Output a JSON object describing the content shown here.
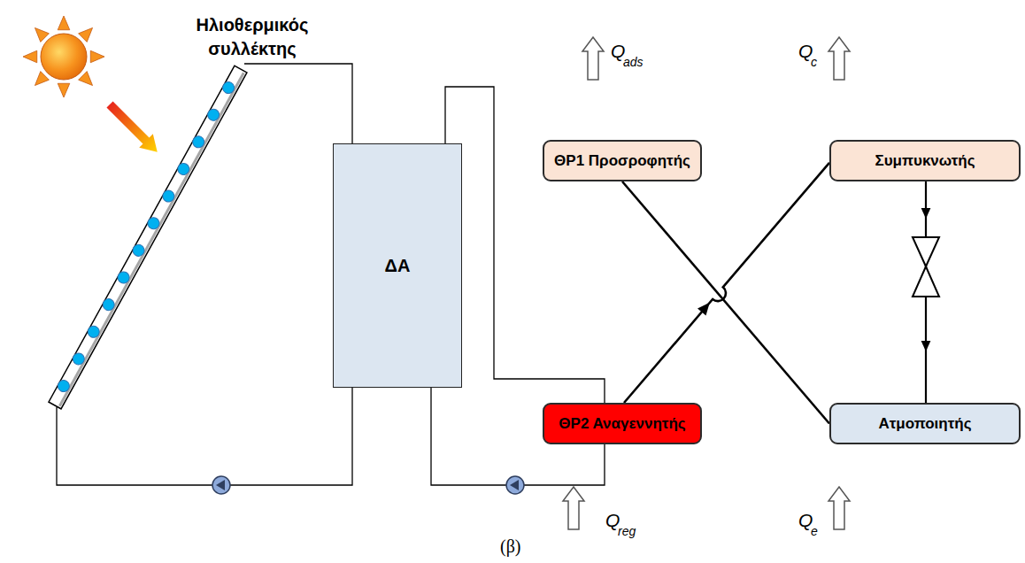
{
  "diagram": {
    "caption": "(β)",
    "nodes": [
      {
        "text": [
          "Ηλιοθερμικός συλλέκτης"
        ]
      },
      {
        "text": [
          "ΔΑ"
        ]
      },
      {
        "text": [
          "ΘΡ1 Προσροφητής"
        ]
      },
      {
        "text": [
          "Συμπυκνωτής"
        ]
      },
      {
        "text": [
          "ΘΡ2 Αναγεννητής"
        ]
      },
      {
        "text": [
          "Ατμοποιητής"
        ]
      }
    ],
    "edges": [
      {
        "from": 0,
        "to": 1,
        "arrow": "none"
      },
      {
        "from": 1,
        "to": 0,
        "arrow": "none"
      },
      {
        "from": 1,
        "to": 4,
        "arrow": "none"
      },
      {
        "from": 1,
        "to": 4,
        "arrow": "none"
      },
      {
        "from": 4,
        "to": 3,
        "arrow": "to"
      },
      {
        "from": 5,
        "to": 2,
        "arrow": "none"
      },
      {
        "from": 3,
        "to": 5,
        "arrow": "to"
      }
    ],
    "labels": [
      "Q",
      "ads",
      "Q",
      "c",
      "Q",
      "reg",
      "Q",
      "e"
    ]
  }
}
